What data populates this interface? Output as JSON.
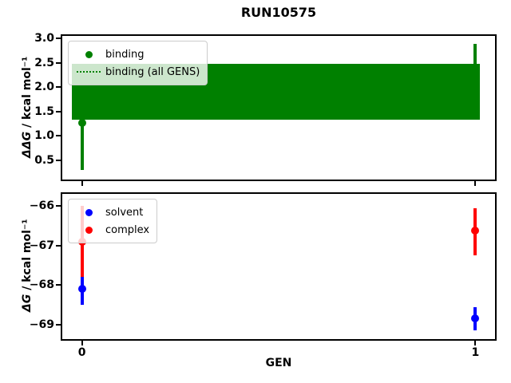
{
  "figure": {
    "title": "RUN10575"
  },
  "colors": {
    "binding": "#008000",
    "solvent": "#0000ff",
    "complex": "#ff0000",
    "frame": "#000000"
  },
  "chart_data": [
    {
      "type": "scatter",
      "subplot": "top",
      "ylabel_math": "ΔΔG",
      "ylabel_rest": " / kcal mol⁻¹",
      "ylim": [
        0.1,
        3.05
      ],
      "xlim": [
        -0.05,
        1.05
      ],
      "yticks": [
        0.5,
        1.0,
        1.5,
        2.0,
        2.5,
        3.0
      ],
      "ytick_labels": [
        "0.5",
        "1.0",
        "1.5",
        "2.0",
        "2.5",
        "3.0"
      ],
      "xticks": [
        0,
        1
      ],
      "legend": [
        "binding",
        "binding (all GENS)"
      ],
      "legend_position": "upper left",
      "series": [
        {
          "name": "binding",
          "color": "#008000",
          "points": [
            {
              "x": 0,
              "y": 1.27,
              "lo": 0.3,
              "hi": 2.24
            },
            {
              "x": 1,
              "y": 2.19,
              "lo": 1.5,
              "hi": 2.88
            }
          ]
        }
      ],
      "band": {
        "label": "binding (all GENS)",
        "color": "#008000",
        "style": "dotted center line with filled band",
        "y_from": 1.33,
        "y_to": 2.47,
        "x_from": -0.025,
        "x_to": 1.012
      }
    },
    {
      "type": "scatter",
      "subplot": "bottom",
      "ylabel_math": "ΔG",
      "ylabel_rest": " / kcal mol⁻¹",
      "xlabel": "GEN",
      "ylim": [
        -69.37,
        -65.69
      ],
      "xlim": [
        -0.05,
        1.05
      ],
      "yticks": [
        -69,
        -68,
        -67,
        -66
      ],
      "ytick_labels": [
        "−69",
        "−68",
        "−67",
        "−66"
      ],
      "xticks": [
        0,
        1
      ],
      "xtick_labels": [
        "0",
        "1"
      ],
      "legend": [
        "solvent",
        "complex"
      ],
      "legend_position": "upper left",
      "series": [
        {
          "name": "solvent",
          "color": "#0000ff",
          "points": [
            {
              "x": 0,
              "y": -68.1,
              "lo": -68.5,
              "hi": -67.8
            },
            {
              "x": 1,
              "y": -68.85,
              "lo": -69.14,
              "hi": -68.56
            }
          ]
        },
        {
          "name": "complex",
          "color": "#ff0000",
          "points": [
            {
              "x": 0,
              "y": -66.9,
              "lo": -67.8,
              "hi": -66.0
            },
            {
              "x": 1,
              "y": -66.62,
              "lo": -67.25,
              "hi": -66.05
            }
          ]
        }
      ]
    }
  ]
}
